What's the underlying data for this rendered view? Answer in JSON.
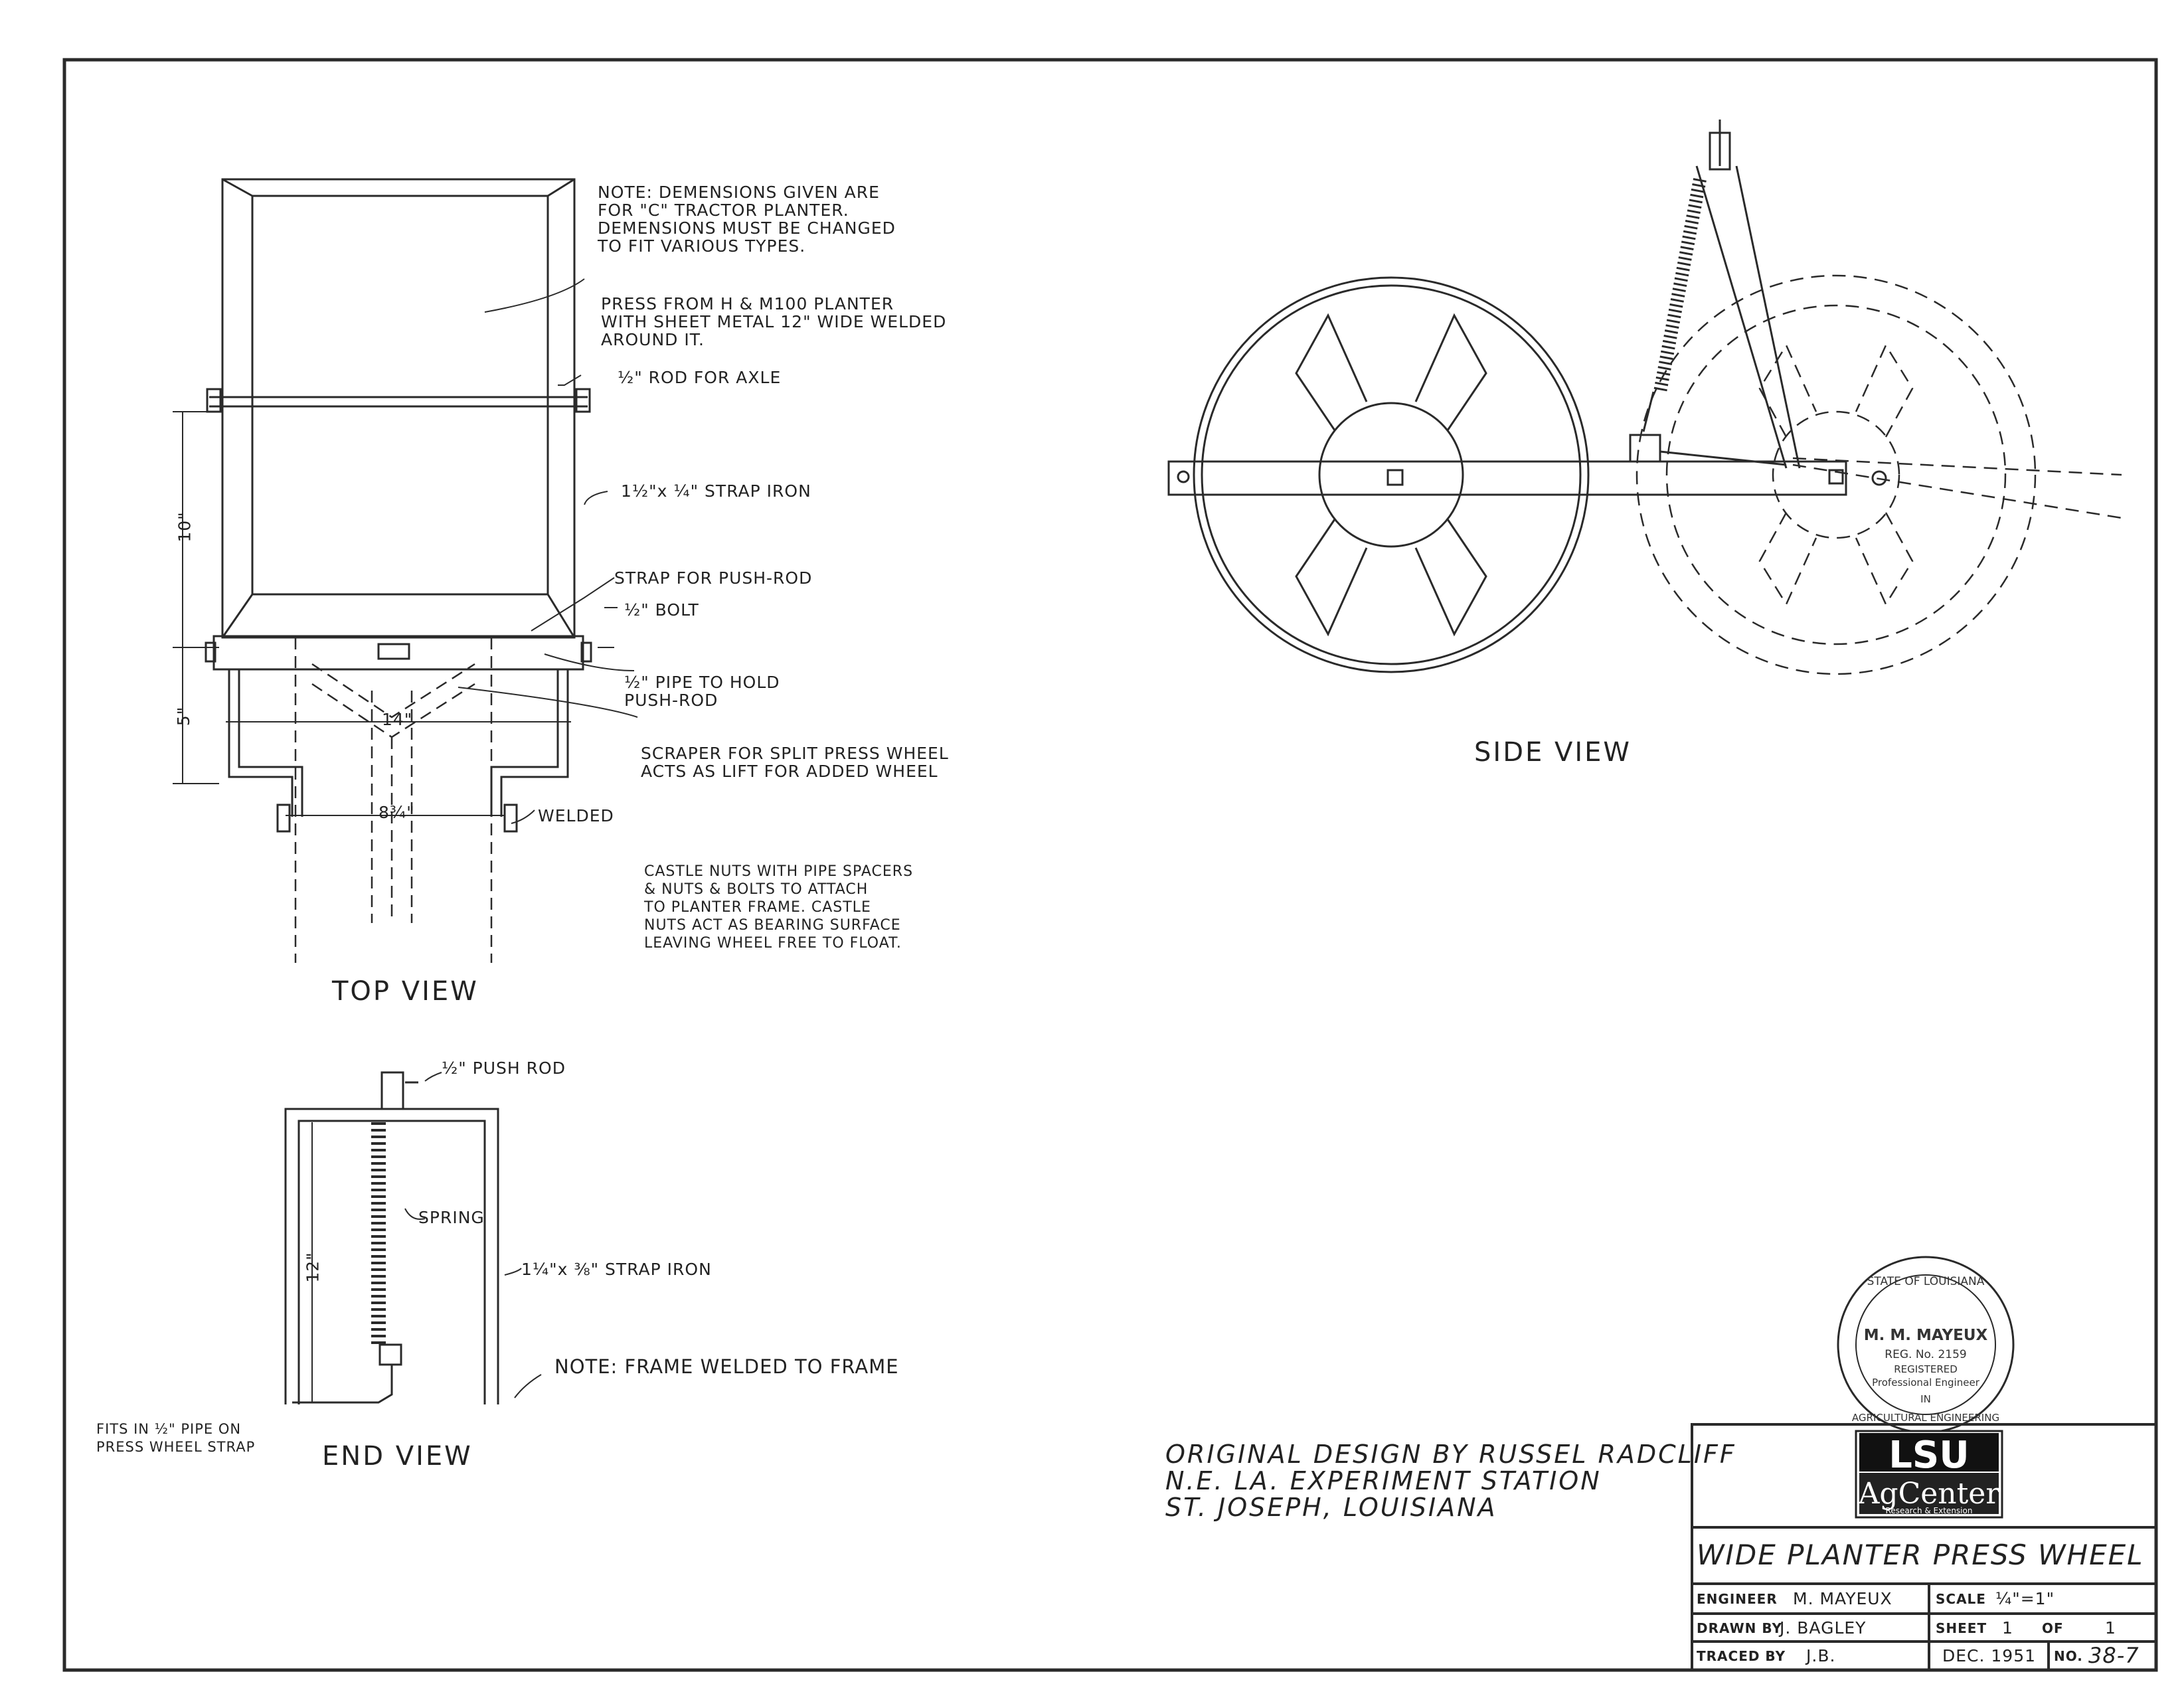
{
  "top_view": {
    "title": "TOP VIEW",
    "note": [
      "NOTE: DEMENSIONS GIVEN ARE",
      "FOR \"C\" TRACTOR PLANTER.",
      "DEMENSIONS MUST BE CHANGED",
      "TO FIT VARIOUS TYPES."
    ],
    "press_label": [
      "PRESS FROM H & M100 PLANTER",
      "WITH SHEET METAL 12\" WIDE WELDED",
      "AROUND IT."
    ],
    "rod_label": "½\" ROD FOR AXLE",
    "strap_iron_label": "1½\"x ¼\" STRAP IRON",
    "strap_push_rod_label": "STRAP FOR PUSH-ROD",
    "bolt_label": "½\" BOLT",
    "pipe_label": [
      "½\" PIPE TO HOLD",
      "PUSH-ROD"
    ],
    "scraper_label": [
      "SCRAPER FOR SPLIT PRESS WHEEL",
      "ACTS AS LIFT FOR ADDED WHEEL"
    ],
    "welded_label": "WELDED",
    "castle_label": [
      "CASTLE NUTS WITH PIPE SPACERS",
      "& NUTS & BOLTS TO ATTACH",
      "TO PLANTER FRAME. CASTLE",
      "NUTS ACT AS BEARING SURFACE",
      "LEAVING WHEEL FREE TO FLOAT."
    ],
    "dim_10": "10\"",
    "dim_5": "5\"",
    "dim_14": "14\"",
    "dim_8_75": "8¾\""
  },
  "side_view": {
    "title": "SIDE VIEW"
  },
  "end_view": {
    "title": "END VIEW",
    "push_rod_label": "½\" PUSH ROD",
    "spring_label": "SPRING",
    "strap_label": "1¼\"x ⅜\" STRAP IRON",
    "frame_note": "NOTE: FRAME WELDED TO FRAME",
    "fits_label": [
      "FITS IN ½\" PIPE ON",
      "PRESS WHEEL STRAP"
    ],
    "dim_12": "12\""
  },
  "credit": {
    "lines": [
      "ORIGINAL DESIGN BY RUSSEL RADCLIFF",
      "N.E. LA. EXPERIMENT STATION",
      "ST. JOSEPH, LOUISIANA"
    ]
  },
  "seal": {
    "top_text": "STATE OF LOUISIANA",
    "name": "M. M. MAYEUX",
    "reg": "REG. No. 2159",
    "reg2": "REGISTERED",
    "professional": "Professional Engineer",
    "in": "IN",
    "bottom_text": "AGRICULTURAL ENGINEERING"
  },
  "logo": {
    "lsu": "LSU",
    "agcenter": "AgCenter",
    "tagline": "Research & Extension"
  },
  "title_block": {
    "title": "WIDE PLANTER PRESS WHEEL",
    "engineer_label": "ENGINEER",
    "engineer": "M. MAYEUX",
    "scale_label": "SCALE",
    "scale": "¼\"=1\"",
    "drawn_label": "DRAWN BY",
    "drawn": "J. BAGLEY",
    "sheet_label": "SHEET",
    "sheet": "1",
    "of_label": "OF",
    "of": "1",
    "traced_label": "TRACED BY",
    "traced": "J.B.",
    "date": "DEC. 1951",
    "no_label": "NO.",
    "no": "38-7"
  }
}
